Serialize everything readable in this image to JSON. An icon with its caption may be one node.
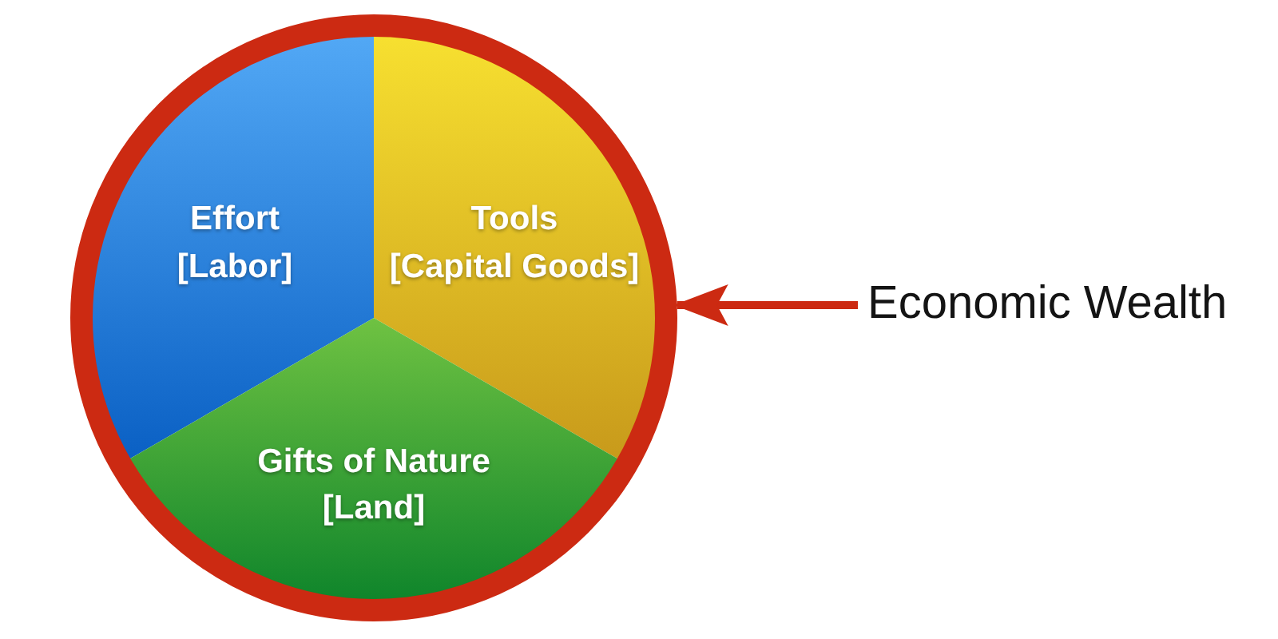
{
  "diagram": {
    "nodes": [
      {
        "text": [],
        "shape": "circle"
      },
      {
        "text": [
          "Effort",
          "[Labor]"
        ],
        "in": 0
      },
      {
        "text": [
          "Tools",
          "[Capital Goods]"
        ],
        "in": 0
      },
      {
        "text": [
          "Gifts of Nature",
          "[Land]"
        ],
        "in": 0
      },
      {
        "text": [
          "Economic Wealth"
        ]
      }
    ],
    "edges": [
      {
        "from": 4,
        "to": 0,
        "arrow": "to"
      }
    ]
  }
}
